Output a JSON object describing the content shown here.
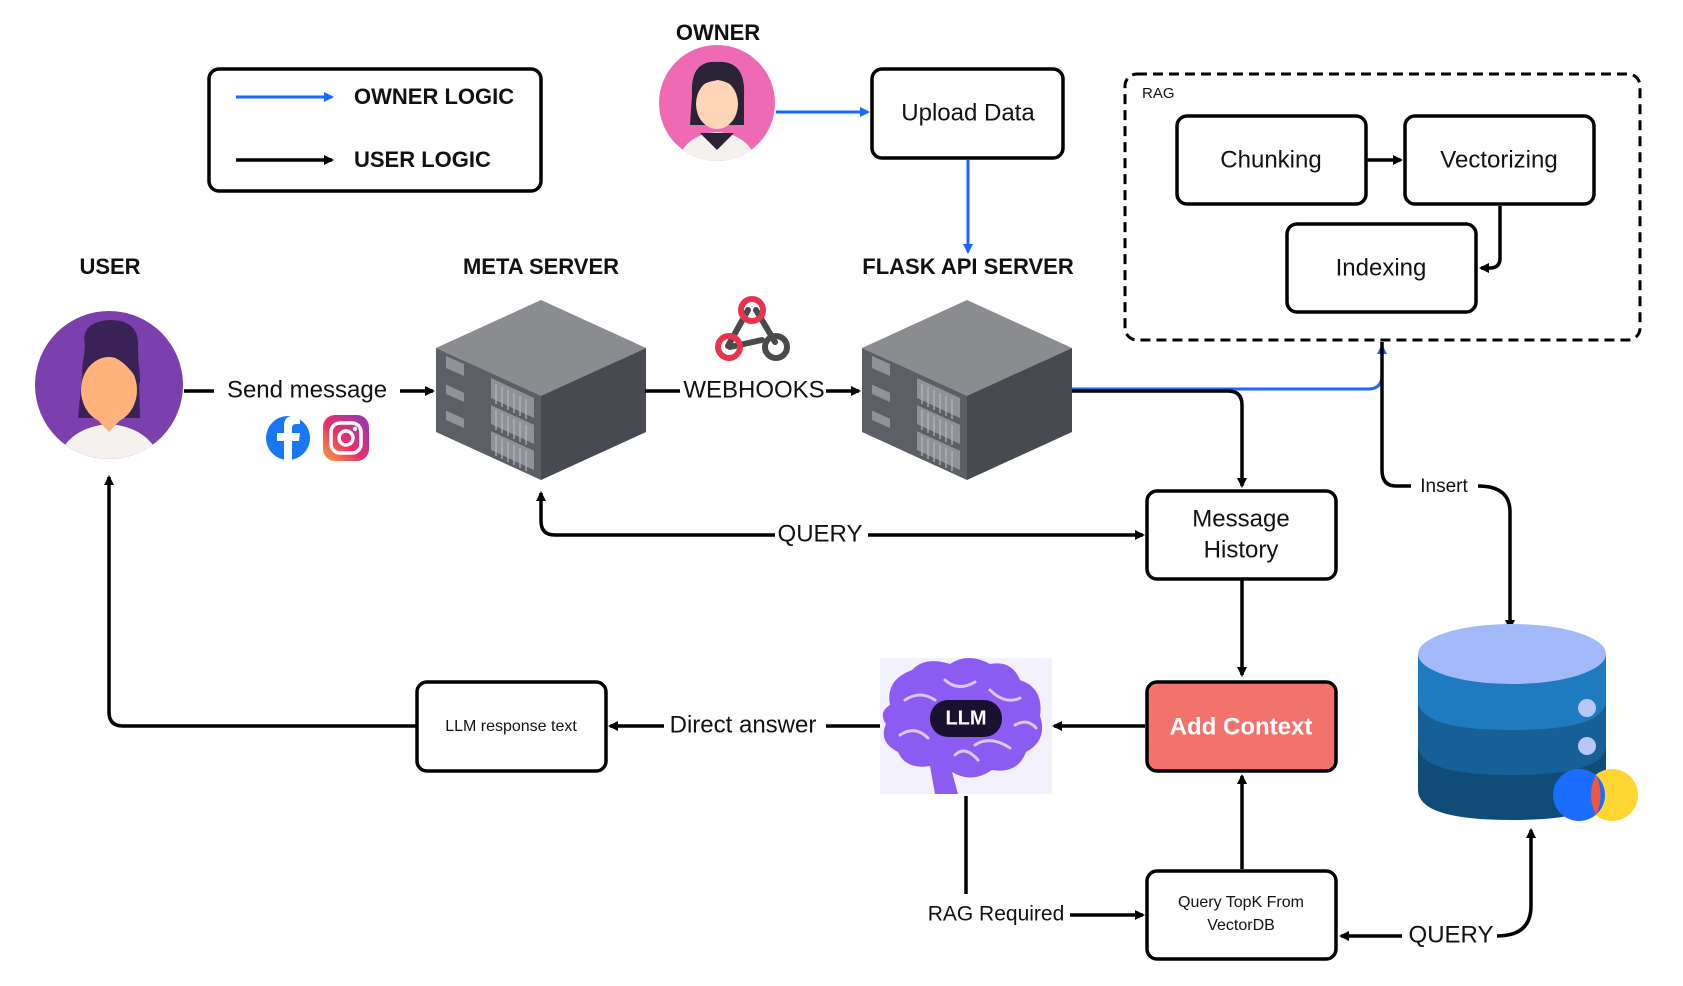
{
  "legend": {
    "owner_logic": "OWNER LOGIC",
    "user_logic": "USER LOGIC"
  },
  "actors": {
    "owner": "OWNER",
    "user": "USER"
  },
  "servers": {
    "meta": "META SERVER",
    "flask": "FLASK API SERVER"
  },
  "nodes": {
    "upload_data": "Upload Data",
    "rag_label": "RAG",
    "chunking": "Chunking",
    "vectorizing": "Vectorizing",
    "indexing": "Indexing",
    "message_history_line1": "Message",
    "message_history_line2": "History",
    "add_context": "Add Context",
    "llm": "LLM",
    "llm_response": "LLM response text",
    "query_topk_line1": "Query TopK From",
    "query_topk_line2": "VectorDB"
  },
  "edges": {
    "send_message": "Send message",
    "webhooks": "WEBHOOKS",
    "query_meta": "QUERY",
    "insert": "Insert",
    "direct_answer": "Direct answer",
    "rag_required": "RAG Required",
    "query_vectordb": "QUERY"
  },
  "icons": {
    "owner_avatar": "woman-avatar-icon",
    "user_avatar": "woman-avatar-icon",
    "facebook": "facebook-icon",
    "instagram": "instagram-icon",
    "webhooks": "webhook-icon",
    "server": "server-rack-icon",
    "brain": "brain-icon",
    "database": "database-icon"
  },
  "colors": {
    "owner_arrow": "#1a66ff",
    "user_arrow": "#000000",
    "owner_avatar_bg": "#ef6ab4",
    "user_avatar_bg": "#7b3fae",
    "add_context_fill": "#f2736b",
    "database_top": "#a4b9f9",
    "database_body": "#1f7bc0"
  }
}
